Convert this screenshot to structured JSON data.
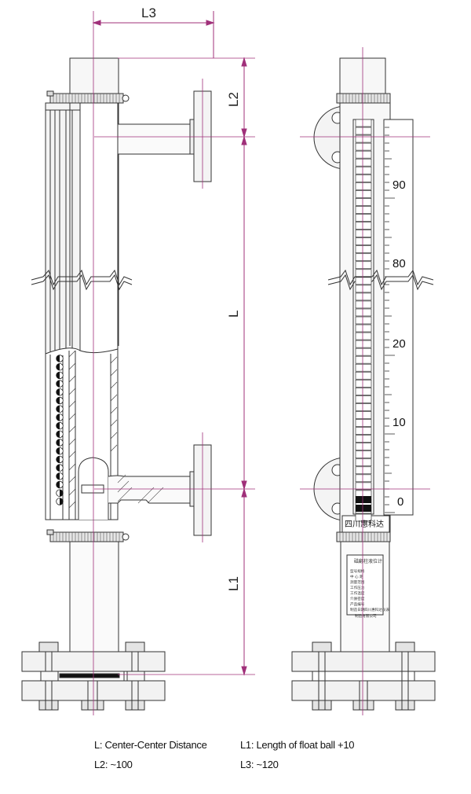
{
  "dimensions": {
    "l3": "L3",
    "l2": "L2",
    "l": "L",
    "l1": "L1"
  },
  "scale": {
    "labels": [
      "90",
      "80",
      "20",
      "10",
      "0"
    ]
  },
  "nameplate": {
    "maker": "四川惠科达",
    "title": "磁翻柱液位计",
    "fields": [
      "型号规格",
      "中 心 距",
      "测量范围",
      "工作压力",
      "工作温度",
      "介质密度",
      "产品编号",
      "制造日期"
    ],
    "manufacturer": "四川惠科达仪表",
    "manufacturer_2": "制造有限公司"
  },
  "legend": {
    "l": "L: Center-Center Distance",
    "l1": "L1:  Length of float ball +10",
    "l2": "L2:   ~100",
    "l3": "L3:  ~120"
  },
  "colors": {
    "line": "#333333",
    "dimension": "#a0307a",
    "fill_light": "#f2f2f2",
    "fill_mid": "#dddddd",
    "float_dark": "#111111"
  }
}
